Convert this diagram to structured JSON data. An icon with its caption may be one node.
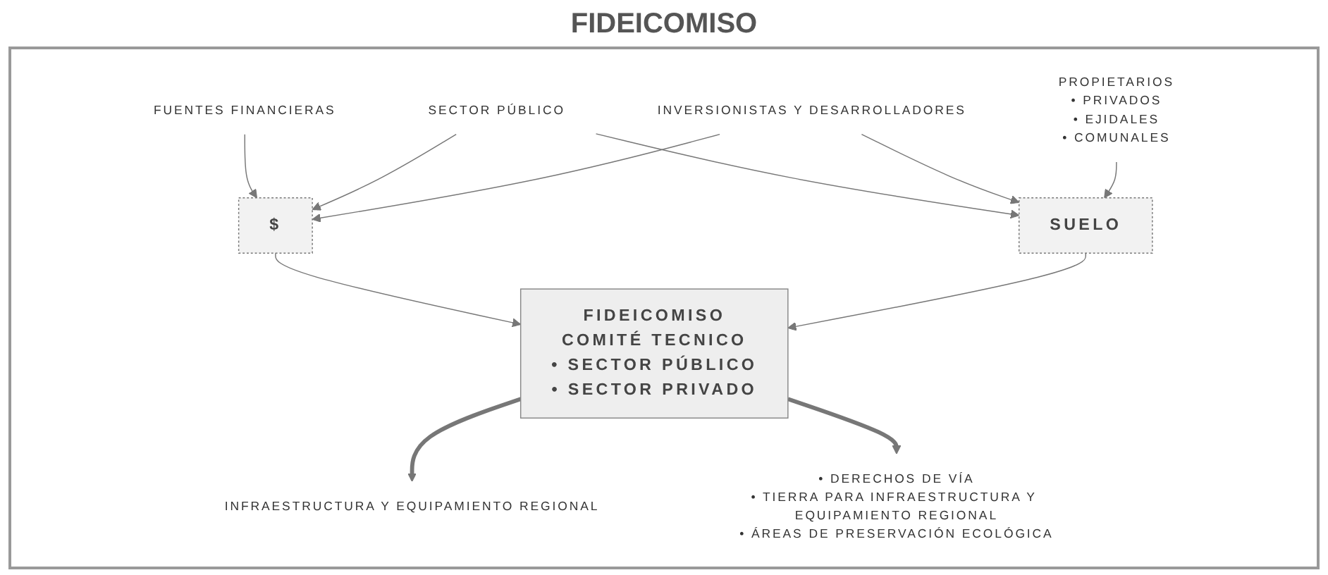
{
  "diagram": {
    "title": "FIDEICOMISO",
    "nodes": [
      {
        "text": [
          "FUENTES FINANCIERAS"
        ]
      },
      {
        "text": [
          "SECTOR PÚBLICO"
        ]
      },
      {
        "text": [
          "INVERSIONISTAS Y DESARROLLADORES"
        ]
      },
      {
        "text": [
          "PROPIETARIOS",
          "• PRIVADOS",
          "• EJIDALES",
          "• COMUNALES"
        ]
      },
      {
        "text": [
          "$"
        ]
      },
      {
        "text": [
          "SUELO"
        ]
      },
      {
        "text": [
          "FIDEICOMISO",
          "COMITÉ TECNICO",
          "• SECTOR PÚBLICO",
          "• SECTOR PRIVADO"
        ]
      },
      {
        "text": [
          "INFRAESTRUCTURA Y EQUIPAMIENTO REGIONAL"
        ]
      },
      {
        "text": [
          "• DERECHOS DE VÍA",
          "• TIERRA PARA INFRAESTRUCTURA Y EQUIPAMIENTO REGIONAL",
          "• ÁREAS DE PRESERVACIÓN ECOLÓGICA"
        ]
      }
    ],
    "edges": [
      {
        "from": 0,
        "to": 4,
        "arrow": "to"
      },
      {
        "from": 1,
        "to": 4,
        "arrow": "to"
      },
      {
        "from": 1,
        "to": 5,
        "arrow": "to"
      },
      {
        "from": 2,
        "to": 4,
        "arrow": "to"
      },
      {
        "from": 2,
        "to": 5,
        "arrow": "to"
      },
      {
        "from": 3,
        "to": 5,
        "arrow": "to"
      },
      {
        "from": 4,
        "to": 6,
        "arrow": "to"
      },
      {
        "from": 5,
        "to": 6,
        "arrow": "to"
      },
      {
        "from": 6,
        "to": 7,
        "arrow": "to",
        "style": "thick"
      },
      {
        "from": 6,
        "to": 8,
        "arrow": "to",
        "style": "thick"
      }
    ]
  }
}
